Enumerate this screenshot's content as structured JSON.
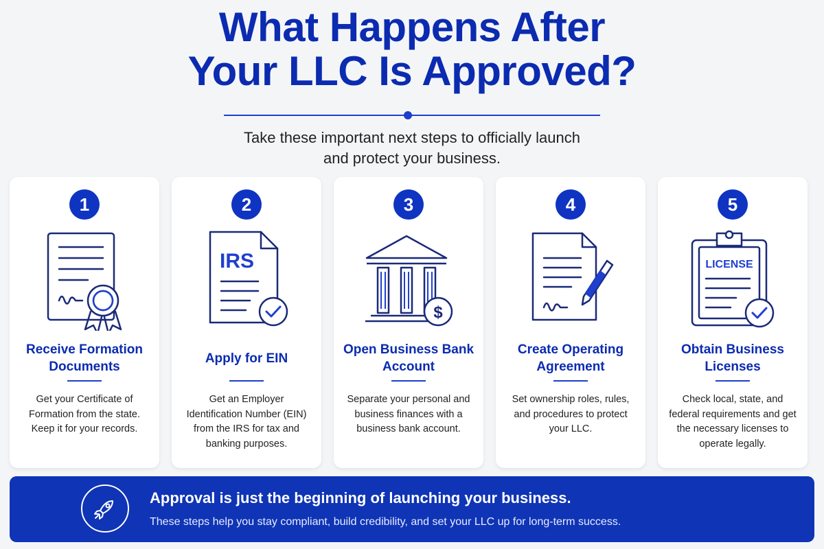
{
  "header": {
    "title_line1": "What Happens After",
    "title_line2": "Your LLC Is Approved?",
    "subtitle_line1": "Take these important next steps to officially launch",
    "subtitle_line2": "and protect your business."
  },
  "colors": {
    "brand_blue": "#0b2bb0",
    "accent_blue": "#0f34c2",
    "banner_blue": "#0f34b5",
    "card_bg": "#ffffff",
    "page_bg": "#f4f5f7"
  },
  "steps": [
    {
      "number": "1",
      "title": "Receive Formation Documents",
      "description": "Get your Certificate of Formation from the state. Keep it for your records.",
      "icon": "certificate-icon"
    },
    {
      "number": "2",
      "title": "Apply for EIN",
      "description": "Get an Employer Identification Number (EIN) from the IRS for tax and banking purposes.",
      "icon": "irs-document-icon",
      "icon_text": "IRS"
    },
    {
      "number": "3",
      "title": "Open Business Bank Account",
      "description": "Separate your personal and business finances with a business bank account.",
      "icon": "bank-icon",
      "icon_text": "$"
    },
    {
      "number": "4",
      "title": "Create Operating Agreement",
      "description": "Set ownership roles, rules, and procedures to protect your LLC.",
      "icon": "agreement-pen-icon"
    },
    {
      "number": "5",
      "title": "Obtain Business Licenses",
      "description": "Check local, state, and federal requirements and get the necessary licenses to operate legally.",
      "icon": "license-clipboard-icon",
      "icon_text": "LICENSE"
    }
  ],
  "banner": {
    "icon": "rocket-icon",
    "headline": "Approval is just the beginning of launching your business.",
    "subtext": "These steps help you stay compliant, build credibility, and set your LLC up for long-term success."
  }
}
